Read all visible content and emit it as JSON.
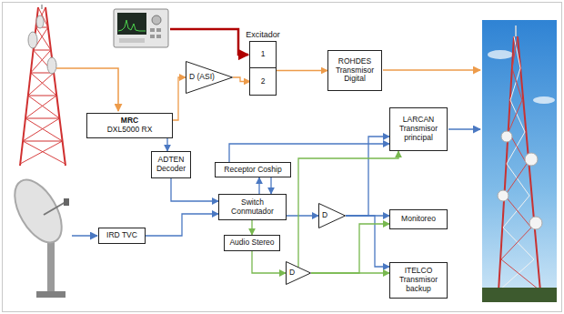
{
  "diagram": {
    "nodes": [
      {
        "text": [
          "Excitador"
        ]
      },
      {
        "text": [
          "1"
        ],
        "in": 0
      },
      {
        "text": [
          "2"
        ],
        "in": 0
      },
      {
        "text": [
          "D (ASI)"
        ]
      },
      {
        "text": [
          "ROHDES",
          "Transmisor Digital"
        ]
      },
      {
        "text": [
          "MRC",
          "DXL5000 RX"
        ]
      },
      {
        "text": [
          "LARCAN",
          "Transmisor principal"
        ]
      },
      {
        "text": [
          "ADTEN Decoder"
        ]
      },
      {
        "text": [
          "Receptor Coship"
        ]
      },
      {
        "text": [
          "Switch Conmutador"
        ]
      },
      {
        "text": [
          "D"
        ]
      },
      {
        "text": [
          "Monitoreo"
        ]
      },
      {
        "text": [
          "IRD TVC"
        ]
      },
      {
        "text": [
          "Audio Stereo"
        ]
      },
      {
        "text": [
          "D"
        ]
      },
      {
        "text": [
          "ITELCO",
          "Transmisor backup"
        ]
      }
    ],
    "edges": [
      {
        "from": 5,
        "to": 3,
        "arrow": "to"
      },
      {
        "from": 3,
        "to": 2,
        "arrow": "to"
      },
      {
        "from": 0,
        "to": 4,
        "arrow": "to"
      },
      {
        "from": 5,
        "to": 7,
        "arrow": "to"
      },
      {
        "from": 7,
        "to": 9,
        "arrow": "to"
      },
      {
        "from": 12,
        "to": 9,
        "arrow": "to"
      },
      {
        "from": 9,
        "to": 8,
        "arrow": "to"
      },
      {
        "from": 8,
        "to": 9,
        "arrow": "to"
      },
      {
        "from": 8,
        "to": 6,
        "arrow": "to"
      },
      {
        "from": 9,
        "to": 10,
        "arrow": "to"
      },
      {
        "from": 10,
        "to": 6,
        "arrow": "to"
      },
      {
        "from": 10,
        "to": 11,
        "arrow": "to"
      },
      {
        "from": 10,
        "to": 15,
        "arrow": "to"
      },
      {
        "from": 9,
        "to": 13,
        "arrow": "to"
      },
      {
        "from": 13,
        "to": 14,
        "arrow": "to"
      },
      {
        "from": 14,
        "to": 6,
        "arrow": "to"
      },
      {
        "from": 14,
        "to": 11,
        "arrow": "to"
      },
      {
        "from": 14,
        "to": 15,
        "arrow": "to"
      }
    ]
  }
}
